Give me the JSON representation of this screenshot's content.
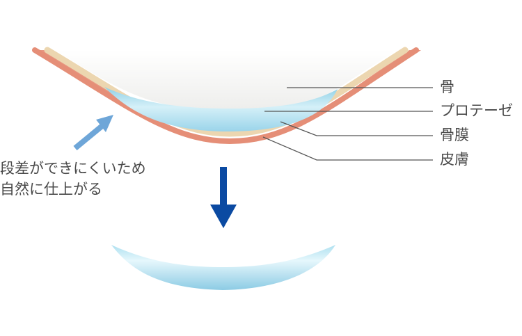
{
  "labels": {
    "bone": "骨",
    "prosthesis": "プロテーゼ",
    "periosteum": "骨膜",
    "skin": "皮膚"
  },
  "caption": {
    "line1": "段差ができにくいため",
    "line2": "自然に仕上がる"
  },
  "colors": {
    "bone": "#f4f4f2",
    "prosthesis": "#a9dcec",
    "periosteum": "#ecd6b0",
    "skin": "#e58e77",
    "arrow_light": "#6ea6d8",
    "arrow_dark": "#0b4aa2",
    "leader": "#555555",
    "text": "#4a4a4a"
  }
}
